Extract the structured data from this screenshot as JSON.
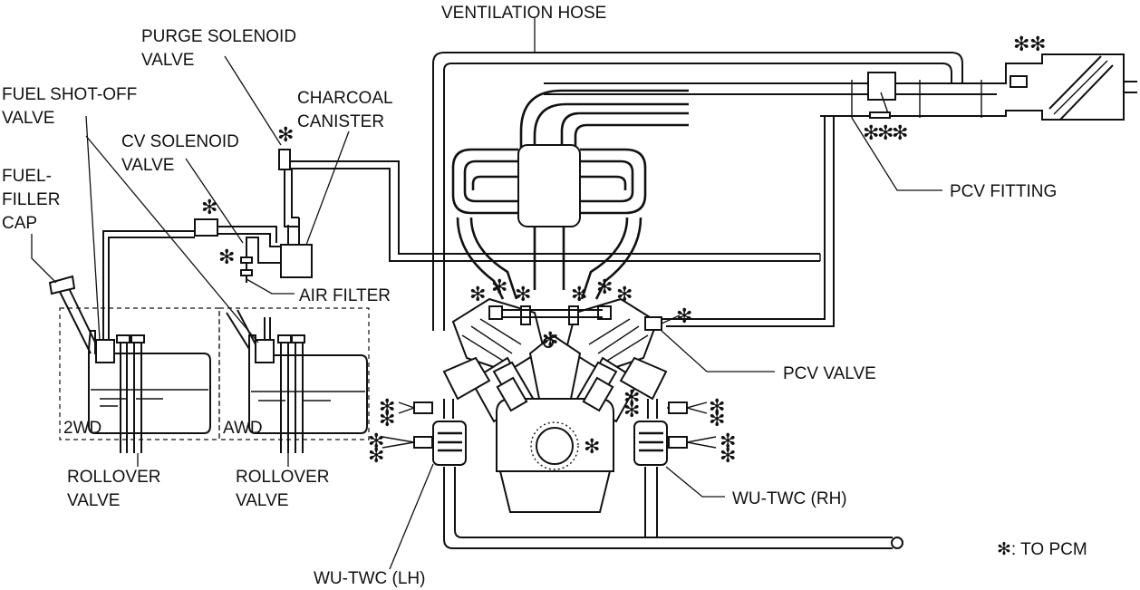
{
  "labels": {
    "ventilation_hose": "VENTILATION HOSE",
    "purge_solenoid_valve_1": "PURGE SOLENOID",
    "purge_solenoid_valve_2": "VALVE",
    "charcoal_canister_1": "CHARCOAL",
    "charcoal_canister_2": "CANISTER",
    "fuel_shutoff_valve_1": "FUEL SHOT-OFF",
    "fuel_shutoff_valve_2": "VALVE",
    "cv_solenoid_valve_1": "CV SOLENOID",
    "cv_solenoid_valve_2": "VALVE",
    "fuel_filler_cap_1": "FUEL-",
    "fuel_filler_cap_2": "FILLER",
    "fuel_filler_cap_3": "CAP",
    "pcv_fitting": "PCV FITTING",
    "air_filter": "AIR FILTER",
    "pcv_valve": "PCV VALVE",
    "tank_2wd": "2WD",
    "tank_awd": "AWD",
    "rollover_valve_left_1": "ROLLOVER",
    "rollover_valve_left_2": "VALVE",
    "rollover_valve_right_1": "ROLLOVER",
    "rollover_valve_right_2": "VALVE",
    "wu_twc_rh": "WU-TWC (RH)",
    "wu_twc_lh": "WU-TWC (LH)",
    "legend": "✻: TO PCM"
  },
  "symbols": {
    "pcm_marker": "✻"
  }
}
